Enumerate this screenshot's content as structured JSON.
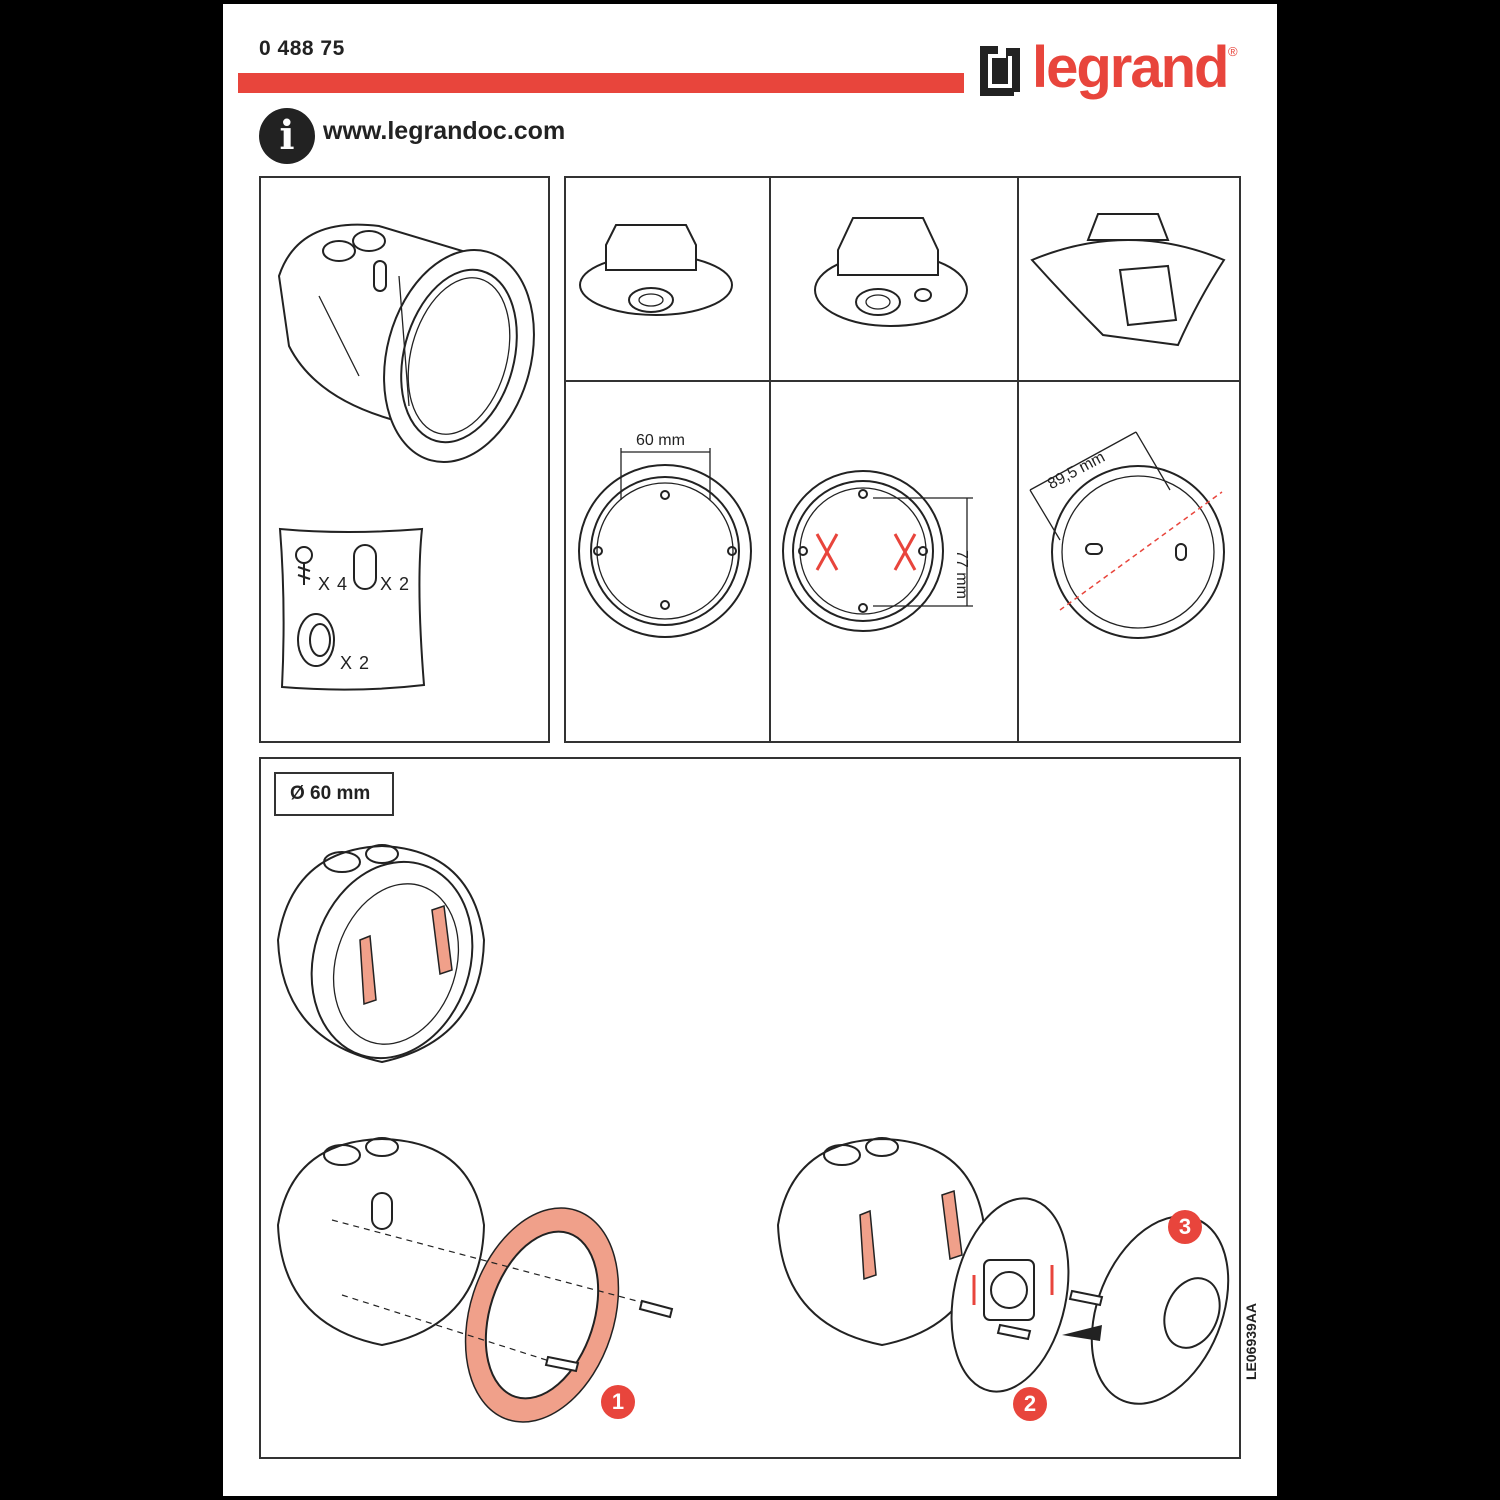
{
  "header": {
    "reference": "0 488 75",
    "brand": "legrand",
    "registered_mark": "®",
    "website": "www.legrandoc.com"
  },
  "kit": {
    "screws_qty": "X 4",
    "plugs_qty": "X 2",
    "grommets_qty": "X 2"
  },
  "dimensions": {
    "spacing_60": "60 mm",
    "spacing_77": "77 mm",
    "spacing_89": "89,5 mm",
    "diameter_label": "Ø 60 mm"
  },
  "steps": [
    "1",
    "2",
    "3"
  ],
  "document_code": "LE06939AA",
  "colors": {
    "brand_red": "#e8453c",
    "highlight_salmon": "#f0a08a",
    "line": "#222222"
  }
}
